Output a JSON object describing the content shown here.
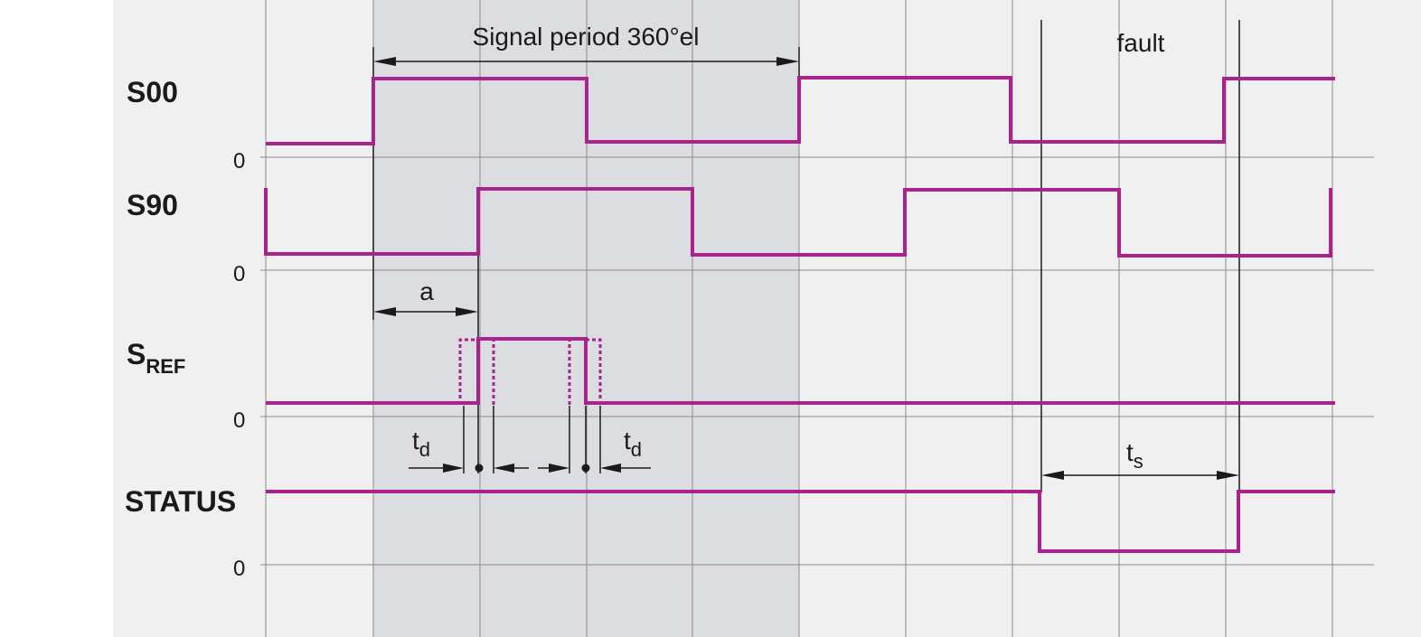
{
  "colors": {
    "signal": "#a8238c",
    "background": "#f0f0f0",
    "highlight": "#dcdde0",
    "grid": "#8c8c8c",
    "ink": "#1a1a1a"
  },
  "signals": [
    {
      "key": "s00",
      "name": "S00",
      "name_main": "",
      "name_sub": "",
      "zero": "0"
    },
    {
      "key": "s90",
      "name": "S90",
      "name_main": "",
      "name_sub": "",
      "zero": "0"
    },
    {
      "key": "sref",
      "name": "",
      "name_main": "S",
      "name_sub": "REF",
      "zero": "0"
    },
    {
      "key": "status",
      "name": "STATUS",
      "name_main": "",
      "name_sub": "",
      "zero": "0"
    }
  ],
  "annotations": {
    "period": "Signal period 360°el",
    "fault": "fault",
    "a": "a",
    "td_main": "t",
    "td_sub": "d",
    "ts_main": "t",
    "ts_sub": "s"
  }
}
